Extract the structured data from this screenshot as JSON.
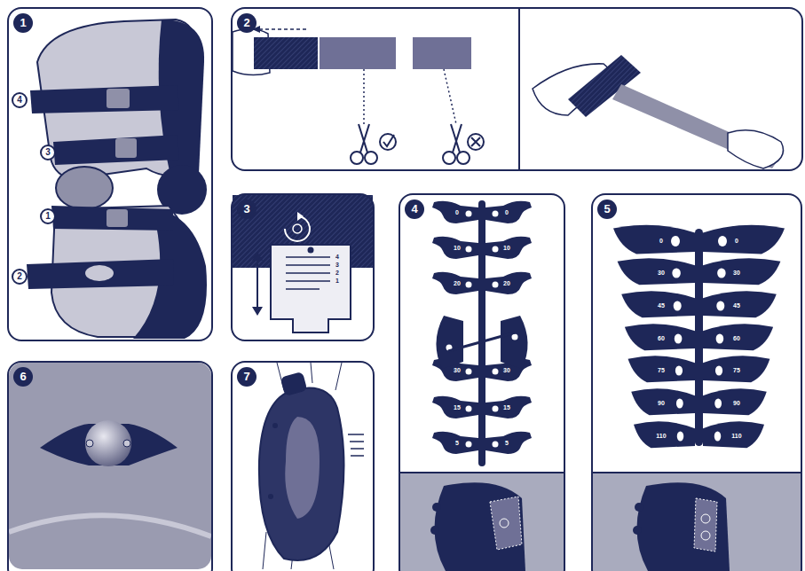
{
  "diagram": {
    "nodes": [
      {
        "text": [
          "1"
        ]
      },
      {
        "text": [
          "2"
        ]
      },
      {
        "text": [
          "3"
        ]
      },
      {
        "text": [
          "4"
        ]
      },
      {
        "text": [
          "5"
        ]
      },
      {
        "text": [
          "6"
        ]
      },
      {
        "text": [
          "7"
        ]
      }
    ],
    "labels": [
      "4",
      "3",
      "1",
      "2",
      "4",
      "3",
      "2",
      "1",
      "0",
      "0",
      "10",
      "10",
      "20",
      "20",
      "30",
      "30",
      "15",
      "15",
      "5",
      "5",
      "0",
      "0",
      "30",
      "30",
      "45",
      "45",
      "60",
      "60",
      "75",
      "75",
      "90",
      "90",
      "110",
      "110"
    ]
  }
}
